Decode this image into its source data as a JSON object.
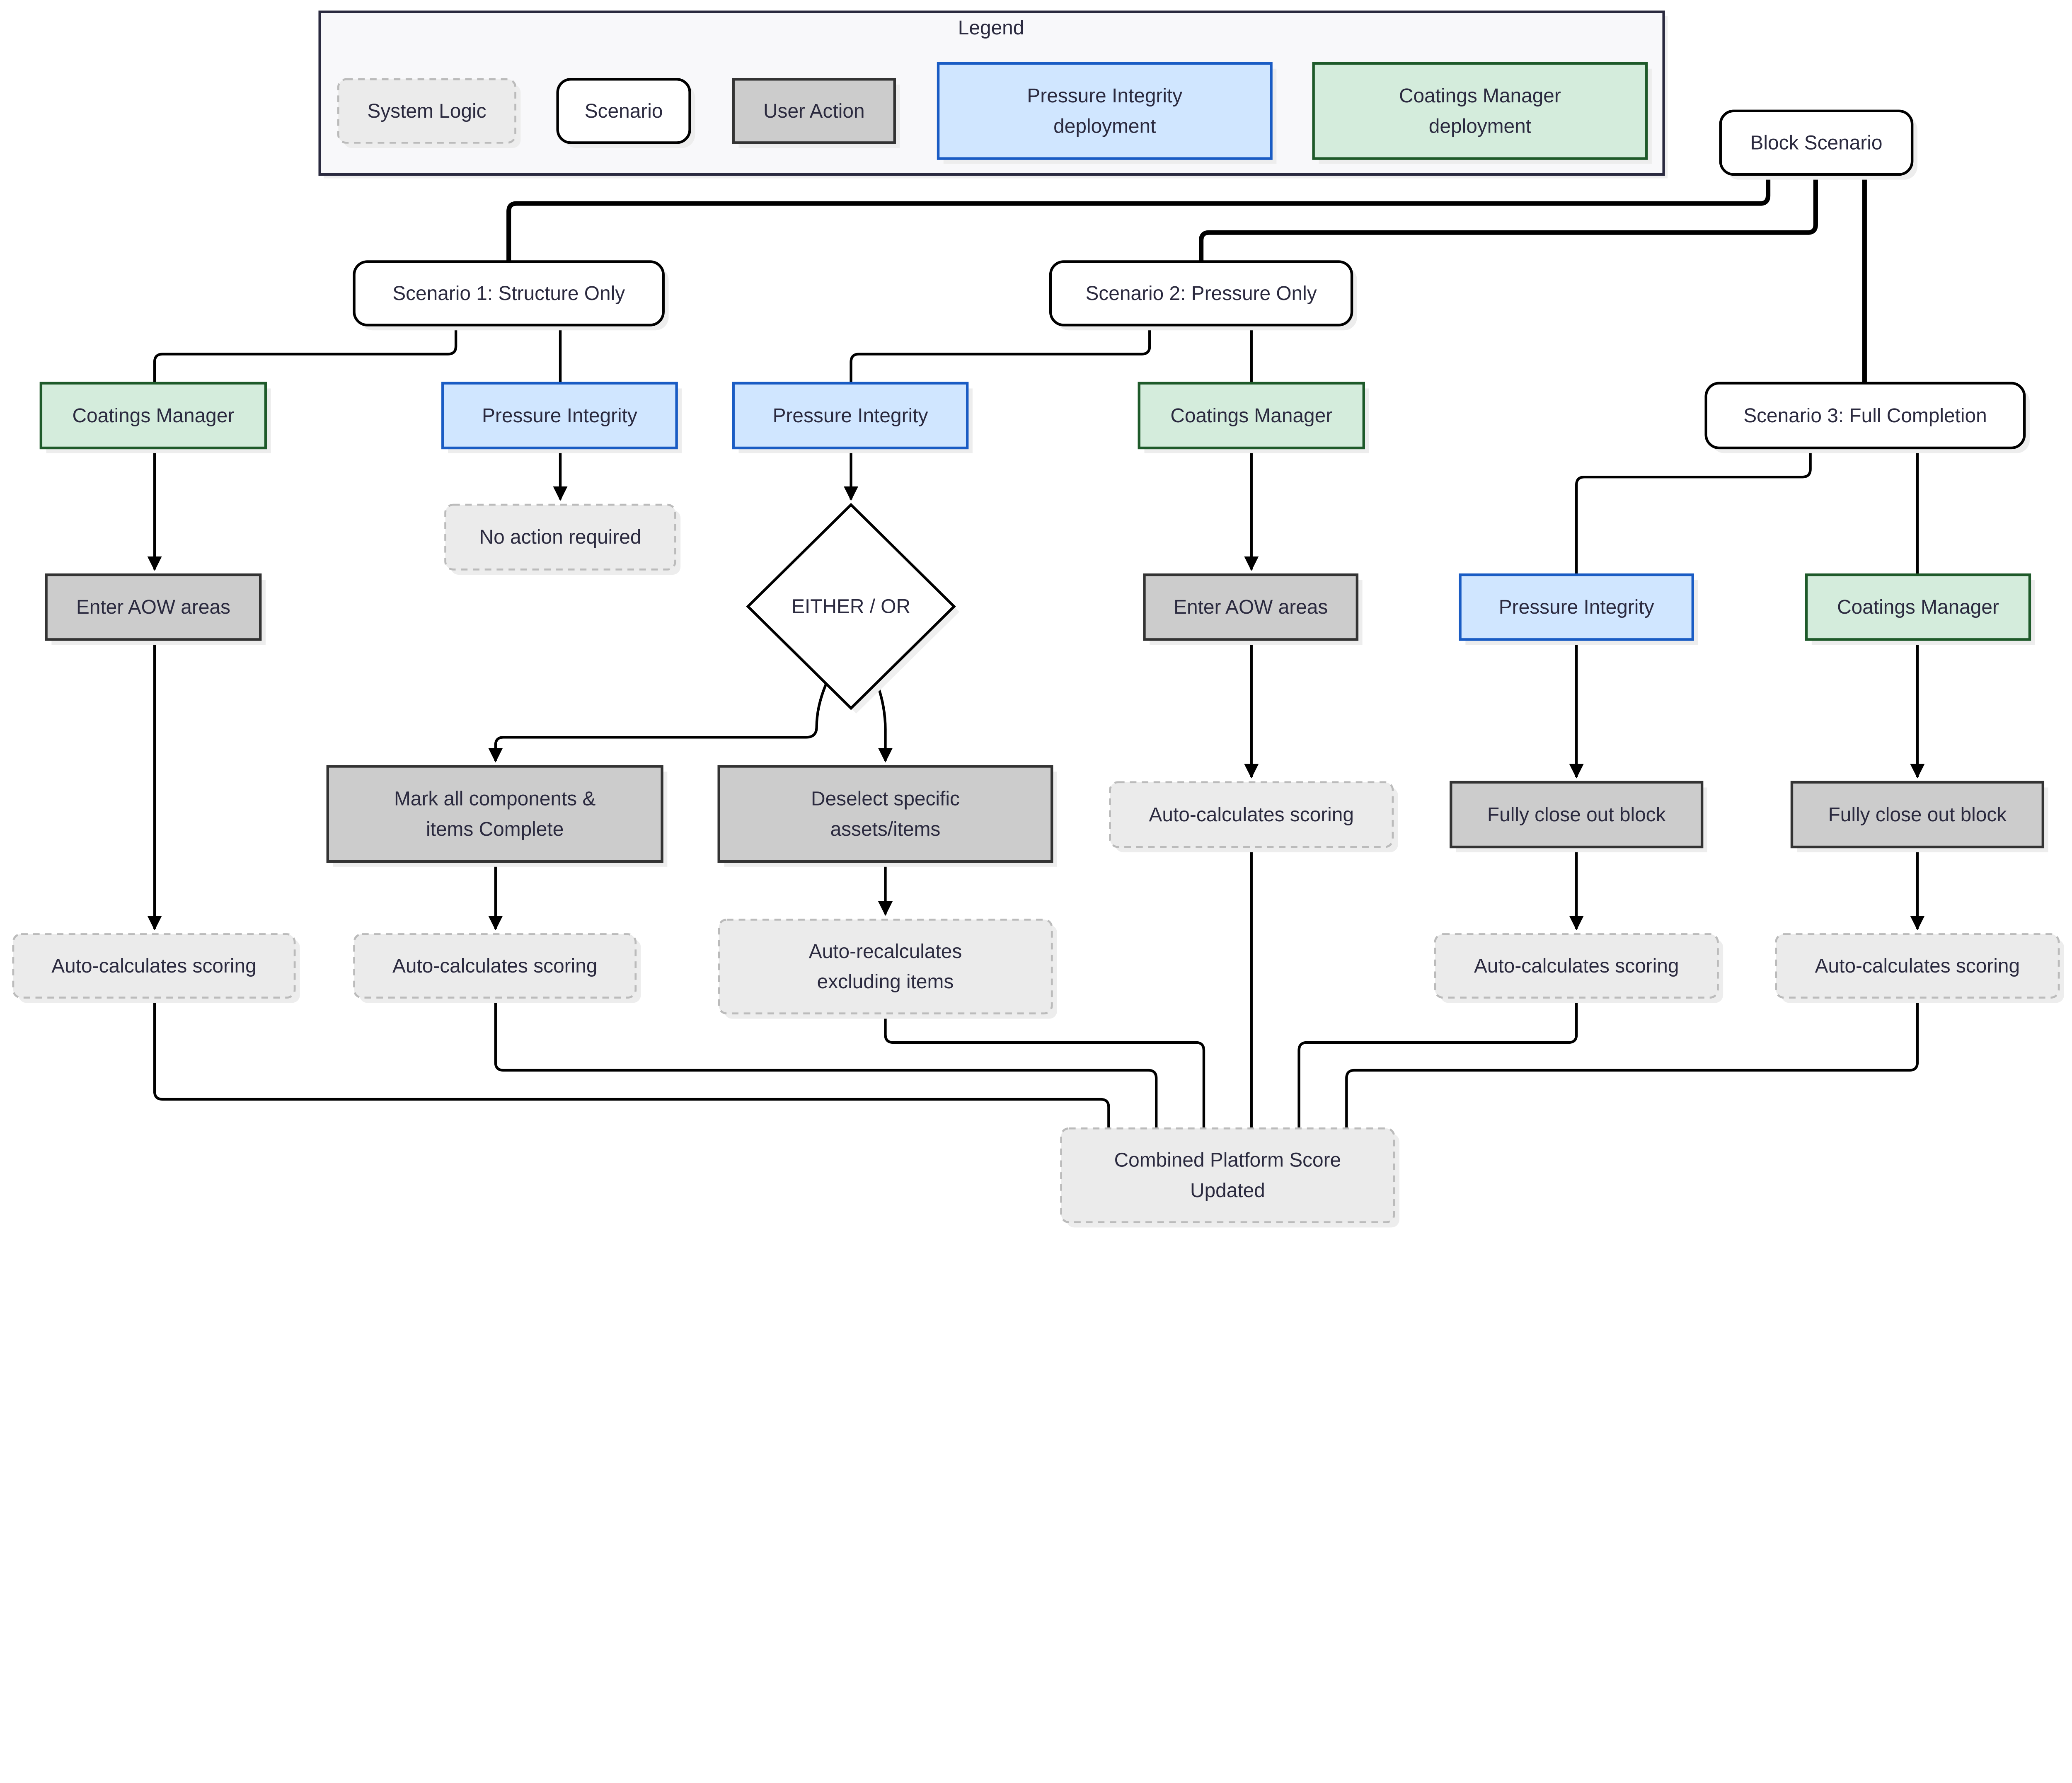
{
  "legend": {
    "title": "Legend",
    "items": {
      "system_logic": [
        "System Logic"
      ],
      "scenario": [
        "Scenario"
      ],
      "user_action": [
        "User Action"
      ],
      "pi_deployment": [
        "Pressure Integrity",
        "deployment"
      ],
      "cm_deployment": [
        "Coatings Manager",
        "deployment"
      ]
    }
  },
  "colors": {
    "system_logic_fill": "#ebebeb",
    "system_logic_stroke": "#bbbbbb",
    "scenario_fill": "#ffffff",
    "scenario_stroke": "#000000",
    "user_action_fill": "#cccccc",
    "user_action_stroke": "#333333",
    "pi_fill": "#d0e6ff",
    "pi_stroke": "#1a5cc4",
    "cm_fill": "#d4ecdc",
    "cm_stroke": "#1e5a2a",
    "text": "#2b2a3f"
  },
  "nodes": {
    "block": [
      "Block Scenario"
    ],
    "s1": [
      "Scenario 1: Structure Only"
    ],
    "s2": [
      "Scenario 2: Pressure Only"
    ],
    "s3": [
      "Scenario 3: Full Completion"
    ],
    "cm1": [
      "Coatings Manager"
    ],
    "pi1": [
      "Pressure Integrity"
    ],
    "noaction": [
      "No action required"
    ],
    "pi2": [
      "Pressure Integrity"
    ],
    "cm2": [
      "Coatings Manager"
    ],
    "aow1": [
      "Enter AOW areas"
    ],
    "either": [
      "EITHER / OR"
    ],
    "markall": [
      "Mark all components &",
      "items Complete"
    ],
    "deselect": [
      "Deselect specific",
      "assets/items"
    ],
    "aow2": [
      "Enter AOW areas"
    ],
    "auto_cm2": [
      "Auto-calculates scoring"
    ],
    "pi3": [
      "Pressure Integrity"
    ],
    "cm3": [
      "Coatings Manager"
    ],
    "close1": [
      "Fully close out block"
    ],
    "close2": [
      "Fully close out block"
    ],
    "auto1": [
      "Auto-calculates scoring"
    ],
    "auto2": [
      "Auto-calculates scoring"
    ],
    "recalc": [
      "Auto-recalculates",
      "excluding items"
    ],
    "auto_pi3": [
      "Auto-calculates scoring"
    ],
    "auto_cm3": [
      "Auto-calculates scoring"
    ],
    "combined": [
      "Combined Platform Score",
      "Updated"
    ]
  }
}
